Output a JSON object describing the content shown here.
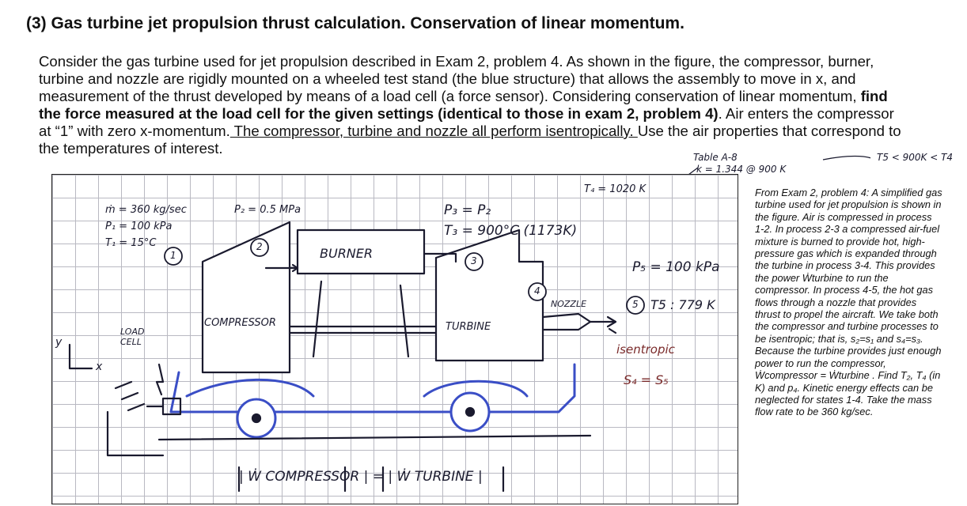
{
  "title": "(3) Gas turbine jet propulsion thrust calculation.  Conservation of linear momentum.",
  "paragraph": {
    "p1": "Consider the gas turbine used for jet propulsion described in Exam 2, problem 4.  As shown in the figure, the compressor, burner, turbine and nozzle are rigidly mounted on a wheeled test stand (the blue structure) that allows the assembly to move in x, and measurement of the thrust developed by means of a load cell (a force sensor).  Considering conservation of linear momentum, ",
    "bold": "find the force measured at the load cell for the given settings (identical to those in exam 2, problem 4)",
    "p2": ".  Air enters the compressor at “1” with zero x-momentum.",
    "underlined": " The compressor, turbine and nozzle all perform isentropically. ",
    "p3": " Use the air properties that correspond to the temperatures of interest."
  },
  "annotations": {
    "table": "Table A-8",
    "k_value": "k = 1.344  @ 900 K",
    "t5_note": "T5 < 900K < T4"
  },
  "figure": {
    "mdot": "ṁ = 360 kg/sec",
    "p1": "P₁ = 100 kPa",
    "t1": "T₁ = 15°C",
    "p2": "P₂ = 0.5 MPa",
    "p3": "P₃ = P₂",
    "t3": "T₃ = 900°C (1173K)",
    "t4": "T₄ = 1020 K",
    "p5": "P₅ = 100 kPa",
    "t5": "T5 : 779 K",
    "isentropic": "isentropic",
    "s_eq": "S₄ = S₅",
    "burner": "BURNER",
    "compressor": "COMPRESSOR",
    "turbine": "TURBINE",
    "nozzle": "NOZZLE",
    "load_cell": "LOAD CELL",
    "axis_y": "y",
    "axis_x": "x",
    "st1": "1",
    "st2": "2",
    "st3": "3",
    "st4": "4",
    "st5": "5",
    "work_eq": "| Ẇ COMPRESSOR | = | Ẇ TURBINE |"
  },
  "sidenote": "From Exam 2, problem 4: A simplified gas turbine used for jet propulsion is shown in the figure.  Air is compressed in process 1-2.  In process 2-3 a compressed air-fuel mixture is burned to provide hot, high-pressure gas which is expanded through the turbine in process 3-4.  This provides the power Ẇturbine to run the compressor.  In process 4-5, the hot gas flows through a nozzle that provides thrust to propel the aircraft.  We take both the compressor and turbine processes to be isentropic; that is, s₂=s₁ and s₄=s₃.  Because the turbine provides just enough power to run the compressor, Ẇcompressor = Ẇturbine .  Find T₂, T₄ (in K) and p₄.  Kinetic energy effects can be neglected for states 1-4.  Take the mass flow rate to be 360 kg/sec."
}
